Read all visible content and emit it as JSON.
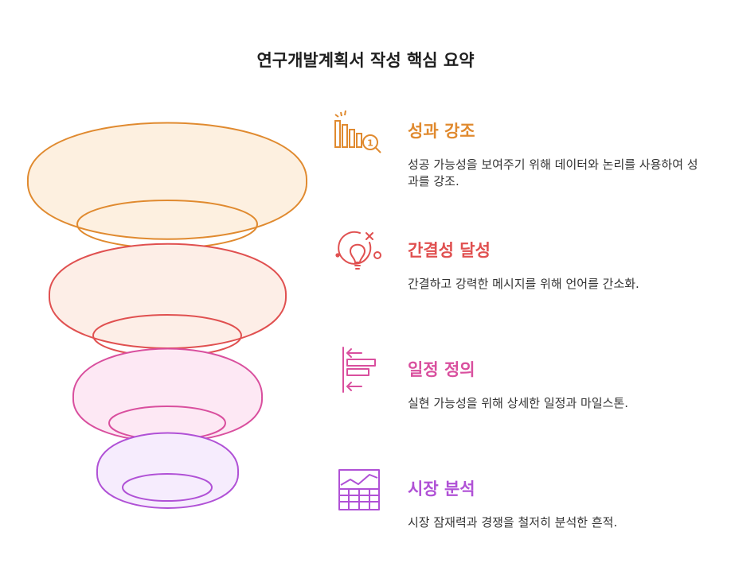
{
  "title": "연구개발계획서 작성 핵심 요약",
  "colors": {
    "orange": "#e08a2f",
    "red": "#e05050",
    "pink": "#d94f9e",
    "purple": "#b051d6",
    "orange_fill": "#fdf0e0",
    "red_fill": "#fdeee7",
    "pink_fill": "#fde8f4",
    "purple_fill": "#f6ecfd"
  },
  "items": [
    {
      "heading": "성과 강조",
      "description": "성공 가능성을 보여주기 위해 데이터와 논리를 사용하여 성과를 강조.",
      "icon": "bar-chart-magnifier-icon",
      "color": "#e08a2f"
    },
    {
      "heading": "간결성 달성",
      "description": "간결하고 강력한 메시지를 위해 언어를 간소화.",
      "icon": "lightbulb-icon",
      "color": "#e05050"
    },
    {
      "heading": "일정 정의",
      "description": "실현 가능성을 위해 상세한 일정과 마일스톤.",
      "icon": "timeline-icon",
      "color": "#d94f9e"
    },
    {
      "heading": "시장 분석",
      "description": "시장 잠재력과 경쟁을 철저히 분석한 흔적.",
      "icon": "table-chart-icon",
      "color": "#b051d6"
    }
  ]
}
